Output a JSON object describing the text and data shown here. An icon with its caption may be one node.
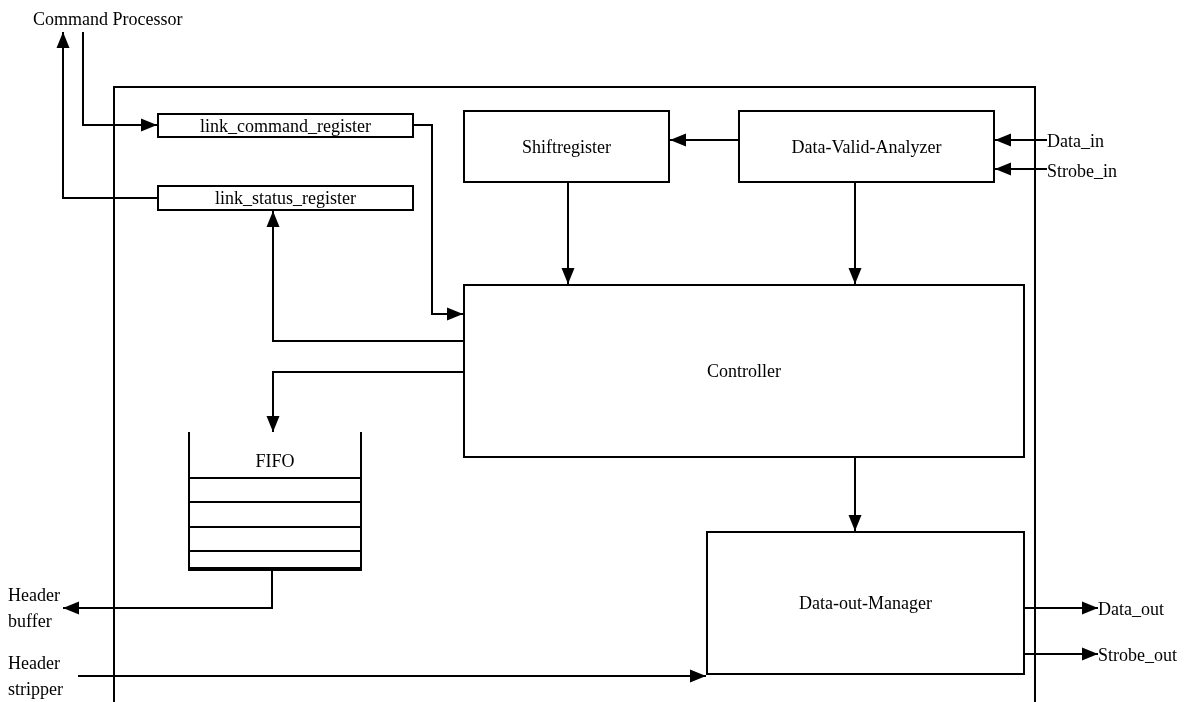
{
  "diagram": {
    "nodes": [
      {
        "text": [
          "Command Processor"
        ]
      },
      {
        "text": [],
        "shape": "box"
      },
      {
        "text": [
          "link_command_register"
        ],
        "in": 1
      },
      {
        "text": [
          "link_status_register"
        ],
        "in": 1
      },
      {
        "text": [
          "Shiftregister"
        ],
        "in": 1
      },
      {
        "text": [
          "Data-Valid-Analyzer"
        ],
        "in": 1
      },
      {
        "text": [
          "Data_in"
        ]
      },
      {
        "text": [
          "Strobe_in"
        ]
      },
      {
        "text": [
          "Controller"
        ],
        "in": 1
      },
      {
        "text": [
          "FIFO"
        ],
        "in": 1
      },
      {
        "text": [
          "Data-out-Manager"
        ],
        "in": 1
      },
      {
        "text": [
          "Header buffer"
        ]
      },
      {
        "text": [
          "Data_out"
        ]
      },
      {
        "text": [
          "Header stripper"
        ]
      },
      {
        "text": [
          "Strobe_out"
        ]
      }
    ],
    "edges": [
      {
        "from": 0,
        "to": 2,
        "arrow": "to"
      },
      {
        "from": 3,
        "to": 0,
        "arrow": "to"
      },
      {
        "from": 5,
        "to": 4,
        "arrow": "to"
      },
      {
        "from": 6,
        "to": 5,
        "arrow": "to"
      },
      {
        "from": 7,
        "to": 5,
        "arrow": "to"
      },
      {
        "from": 4,
        "to": 8,
        "arrow": "to"
      },
      {
        "from": 5,
        "to": 8,
        "arrow": "to"
      },
      {
        "from": 2,
        "to": 8,
        "arrow": "to"
      },
      {
        "from": 8,
        "to": 3,
        "arrow": "to"
      },
      {
        "from": 8,
        "to": 9,
        "arrow": "to"
      },
      {
        "from": 8,
        "to": 10,
        "arrow": "to"
      },
      {
        "from": 9,
        "to": 11,
        "arrow": "to"
      },
      {
        "from": 13,
        "to": 10,
        "arrow": "to"
      },
      {
        "from": 10,
        "to": 12,
        "arrow": "to"
      },
      {
        "from": 10,
        "to": 14,
        "arrow": "to"
      }
    ]
  }
}
